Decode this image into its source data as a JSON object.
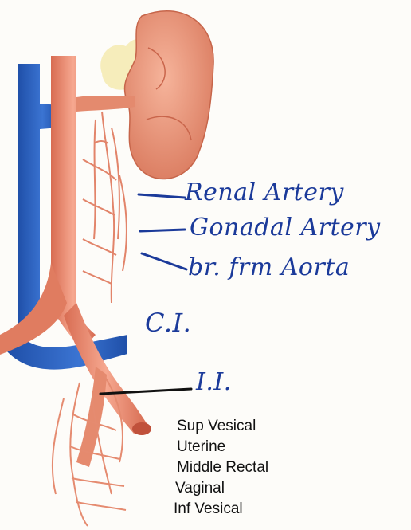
{
  "annotations": {
    "renal_artery": "Renal Artery",
    "gonadal_artery": "Gonadal Artery",
    "branch_from_aorta": "br. frm Aorta",
    "common_iliac": "C.I.",
    "internal_iliac": "I.I."
  },
  "internal_iliac_branches": [
    "Sup Vesical",
    "Uterine",
    "Middle Rectal",
    "Vaginal",
    "Inf Vesical"
  ],
  "colors": {
    "artery": "#e9866a",
    "artery_dark": "#c9573f",
    "vein": "#2c62c0",
    "kidney": "#eb9a7d",
    "ink": "#1b3a9a",
    "fat": "#f5eab0"
  }
}
